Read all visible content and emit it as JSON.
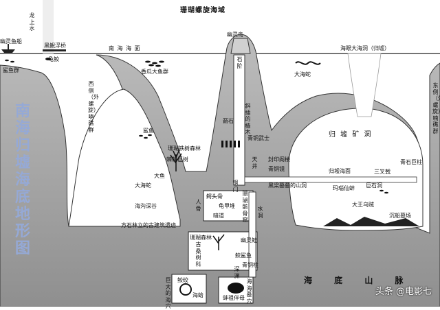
{
  "title": "珊瑚螺旋海域",
  "big_title": "南海归墟海底地形图",
  "watermark": "头条 @电影七",
  "labels": {
    "dragon_water": "龙上水",
    "ghost_ship": "幽灵鱼船",
    "black_fish_bridge": "黑鲵浮桥",
    "shark_group_left": "鲨鱼群",
    "turtle": "龟鲛",
    "south_sea_surface": "南 海 海 面",
    "ghost_island": "幽灵岛",
    "fragrant_fish": "香瓜大鱼群",
    "sea_eye_cave": "海眼大海洞（归墟）",
    "big_sea_snake": "大海蛇",
    "west_spiral": "西侧（外螺旋）喃礁群",
    "east_spiral": "东侧（外螺旋）喃礁群",
    "rocky_stairs": "石阶",
    "diagonal_wood": "斜插的樯木",
    "reef_stone": "箭石",
    "bronze_warriors": "青铜武士",
    "shark_mid": "鲨鱼",
    "coral_forest": "珊瑚铁树森林",
    "thorn_coral": "棘棘巨树",
    "big_fish": "大鱼",
    "big_sea_eel": "大海蛇",
    "deep_sea_trench": "海沟深谷",
    "stone_forest_road": "方石林立的古建筑遗迹",
    "sky_well": "天井",
    "mirror_gate": "青铜镜",
    "sealed_palace": "封印阁楼",
    "black_beam_cave": "黑梁墓墓的山洞",
    "bronze_gate": "铜门",
    "big_turtle_bay": "归墟海面",
    "guixu_mine": "归 墟 矿 洞",
    "turtle_rock": "鳄头骨",
    "human_bone": "人骨",
    "turtle_shell_pile": "龟甲堆",
    "dark_passage": "暗道",
    "coral_cave": "珊瑚骸骨窟",
    "water_cave": "水洞",
    "three_forks": "三叉戟",
    "blue_pillar": "青石巨柱",
    "sea_shell_pearl": "玛瑙仙蚌",
    "stone_stele": "巨石洞",
    "giant_king": "大王乌贼",
    "sunken_ship": "沉船墓场",
    "coral_forest_lower": "珊瑚森林",
    "ancient_tree": "古桑树科",
    "ghost_fish": "幽灵鲑",
    "bronze_pillars": "青铜柱",
    "deep_pool": "深渊",
    "jiao_shark": "鲛鲨鱼",
    "giant_snail": "鲛绞",
    "sea_shell": "海蛤",
    "water_grave": "海海墓穴",
    "giant_mussel": "巨大的海穴",
    "mother_mussel": "蚌祖伴母",
    "mountain": "海 底 山 脉",
    "south_left_bank": "鲨",
    "ling_bird": "龟"
  },
  "colors": {
    "rock": "#a8a8a8",
    "rock_edge": "#333333",
    "title_blue": "#95a9d6",
    "sea": "#ffffff"
  }
}
